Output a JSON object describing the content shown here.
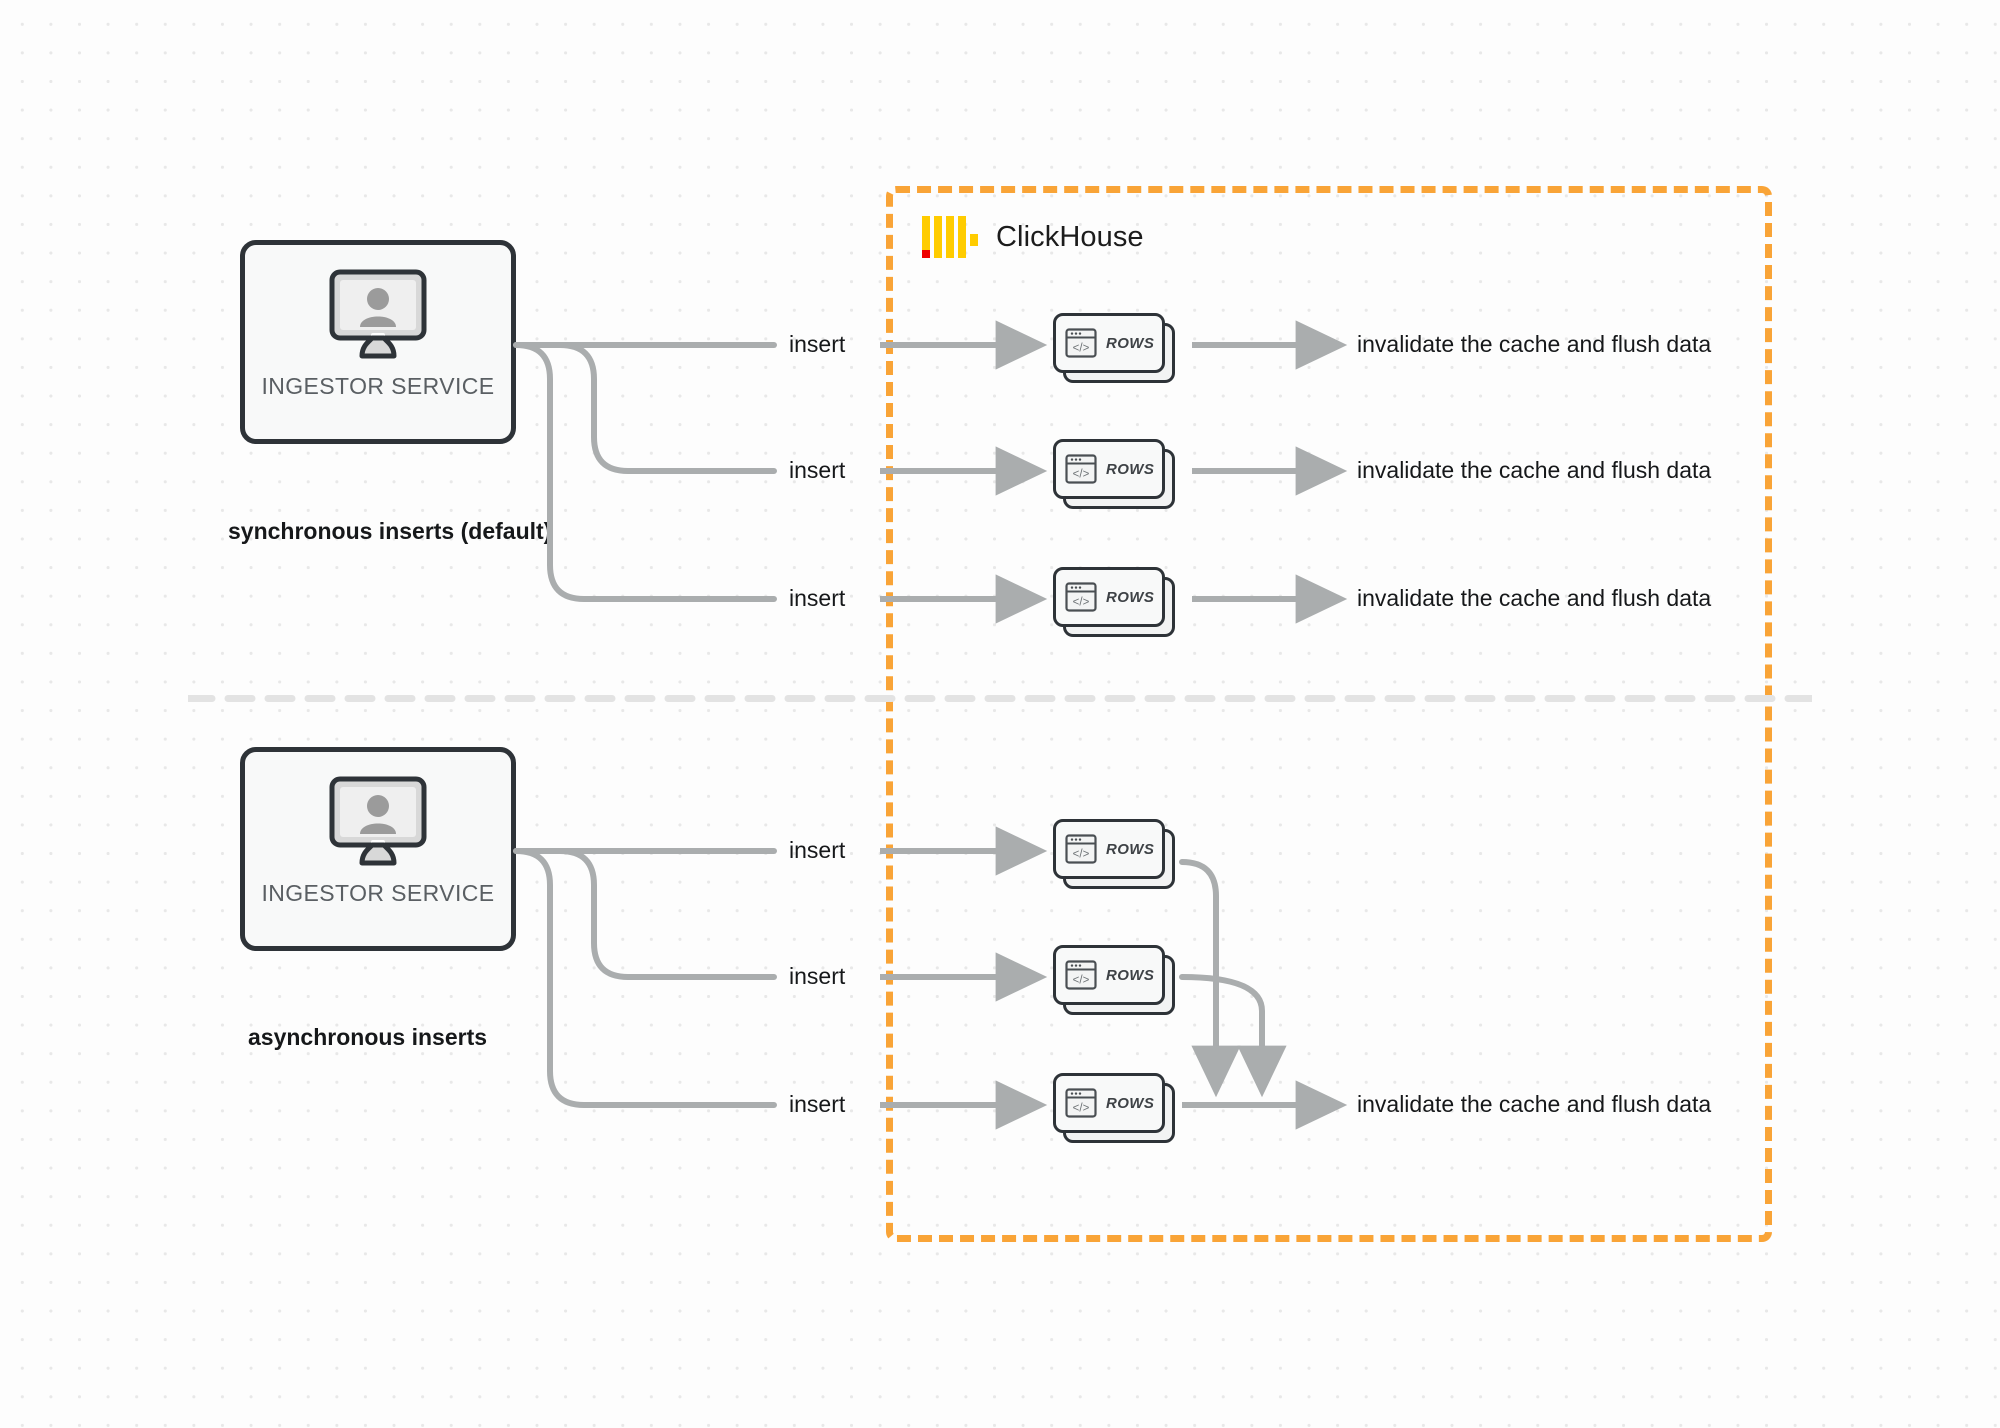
{
  "diagram": {
    "title": "ClickHouse synchronous vs asynchronous inserts",
    "background_color": "#fdfdfd",
    "accent_color": "#f9a437",
    "wire_color": "#aaadae",
    "box_border_color": "#2e3338"
  },
  "clickhouse": {
    "wordmark": "ClickHouse",
    "logo_name": "clickhouse-logo",
    "boundary_style": "dashed",
    "boundary_color": "#f9a437"
  },
  "sections": [
    {
      "id": "synchronous",
      "caption": "synchronous inserts (default)",
      "ingestor": {
        "label": "INGESTOR SERVICE",
        "icon": "monitor-user-icon"
      },
      "flows": [
        {
          "insert_label": "insert",
          "rows_label": "ROWS",
          "rows_icon": "code-window-icon",
          "result_label": "invalidate the cache and flush data"
        },
        {
          "insert_label": "insert",
          "rows_label": "ROWS",
          "rows_icon": "code-window-icon",
          "result_label": "invalidate the cache and flush data"
        },
        {
          "insert_label": "insert",
          "rows_label": "ROWS",
          "rows_icon": "code-window-icon",
          "result_label": "invalidate the cache and flush data"
        }
      ]
    },
    {
      "id": "asynchronous",
      "caption": "asynchronous inserts",
      "ingestor": {
        "label": "INGESTOR SERVICE",
        "icon": "monitor-user-icon"
      },
      "flows": [
        {
          "insert_label": "insert",
          "rows_label": "ROWS",
          "rows_icon": "code-window-icon"
        },
        {
          "insert_label": "insert",
          "rows_label": "ROWS",
          "rows_icon": "code-window-icon"
        },
        {
          "insert_label": "insert",
          "rows_label": "ROWS",
          "rows_icon": "code-window-icon"
        }
      ],
      "merged_result_label": "invalidate the cache and flush data"
    }
  ]
}
